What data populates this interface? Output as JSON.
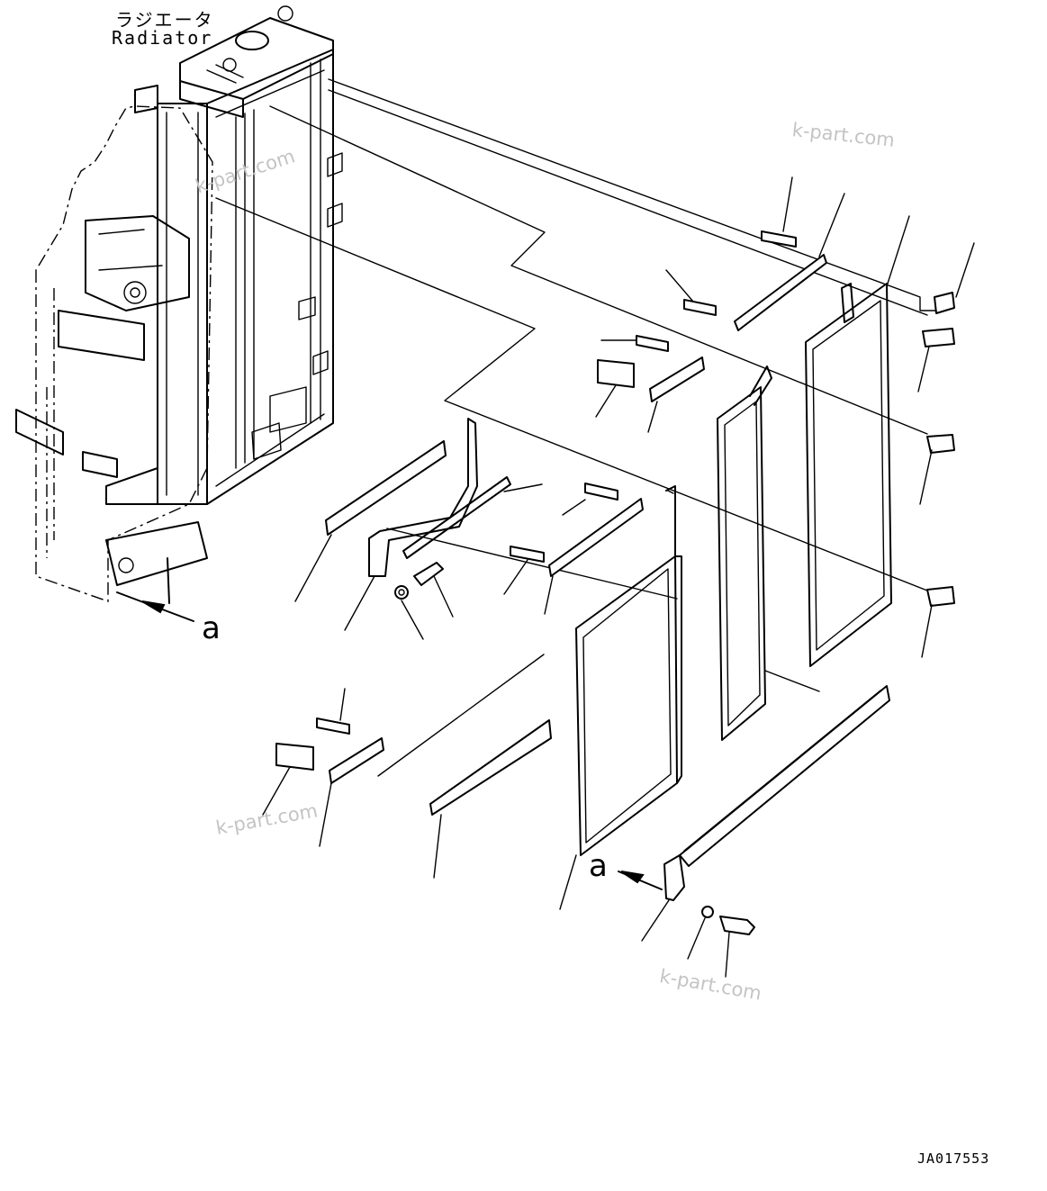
{
  "labels": {
    "radiator_jp": "ラジエータ",
    "radiator_en": "Radiator",
    "view_marker_left": "a",
    "view_marker_right": "a"
  },
  "watermarks": [
    "k-part.com",
    "k-part.com",
    "k-part.com",
    "k-part.com"
  ],
  "drawing_code": "JA017553",
  "colors": {
    "line": "#000000",
    "watermark": "#c4c4c4",
    "background": "#ffffff"
  }
}
